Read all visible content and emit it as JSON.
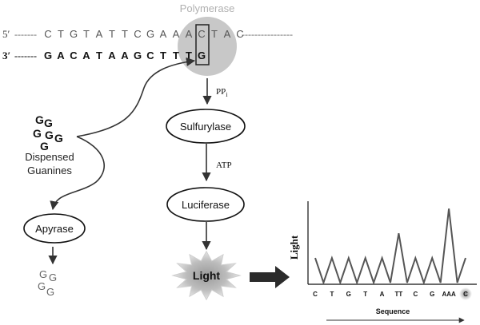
{
  "polymerase": {
    "label": "Polymerase"
  },
  "strands": {
    "top": {
      "prime": "5′",
      "lead": "-------",
      "bases": [
        "C",
        "T",
        "G",
        "T",
        "A",
        "T",
        "T",
        "C",
        "G",
        "A",
        "A",
        "A",
        "C",
        "T",
        "A",
        "C"
      ],
      "trail": "----------------"
    },
    "bottom": {
      "prime": "3′",
      "lead": "-------",
      "bases": [
        "G",
        "A",
        "C",
        "A",
        "T",
        "A",
        "A",
        "G",
        "C",
        "T",
        "T",
        "T",
        "G"
      ]
    }
  },
  "dispensed": {
    "g_letters": [
      "G",
      "G",
      "G",
      "G",
      "G",
      "G"
    ],
    "label_line1": "Dispensed",
    "label_line2": "Guanines"
  },
  "apyrase": {
    "label": "Apyrase",
    "g_letters": [
      "G",
      "G",
      "G",
      "G"
    ]
  },
  "pathway": {
    "ppi_main": "PP",
    "ppi_sub": "i",
    "sulfurylase": "Sulfurylase",
    "atp": "ATP",
    "luciferase": "Luciferase",
    "light": "Light"
  },
  "chart_data": {
    "type": "line",
    "ylabel": "Light",
    "xlabel": "Sequence",
    "categories": [
      "C",
      "T",
      "G",
      "T",
      "A",
      "TT",
      "C",
      "G",
      "AAA",
      "C"
    ],
    "values": [
      1,
      1,
      1,
      1,
      1,
      2,
      1,
      1,
      3,
      1
    ],
    "ylim": [
      0,
      3.3
    ],
    "grid": false
  }
}
